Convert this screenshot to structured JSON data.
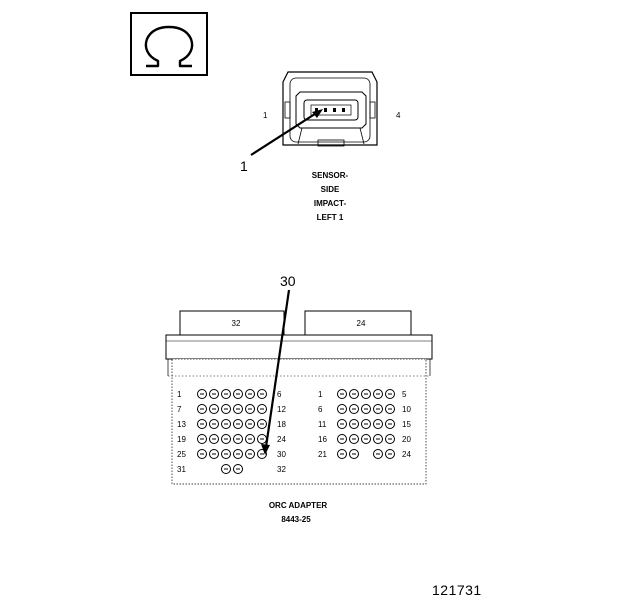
{
  "symbol": {
    "glyph": "Ω",
    "icon": "ohmmeter-icon"
  },
  "sensor": {
    "pin_left": "1",
    "pin_right": "4",
    "callout": "1",
    "caption": [
      "SENSOR-",
      "SIDE",
      "IMPACT-",
      "LEFT 1"
    ]
  },
  "adapter": {
    "callout": "30",
    "tab_left": "32",
    "tab_right": "24",
    "left_rows": [
      {
        "start": "1",
        "end": "6"
      },
      {
        "start": "7",
        "end": "12"
      },
      {
        "start": "13",
        "end": "18"
      },
      {
        "start": "19",
        "end": "24"
      },
      {
        "start": "25",
        "end": "30"
      },
      {
        "start": "31",
        "end": "32"
      }
    ],
    "right_rows": [
      {
        "start": "1",
        "end": "5"
      },
      {
        "start": "6",
        "end": "10"
      },
      {
        "start": "11",
        "end": "15"
      },
      {
        "start": "16",
        "end": "20"
      },
      {
        "start": "21",
        "end": "24"
      }
    ],
    "caption": "ORC ADAPTER",
    "part_number": "8443-25"
  },
  "figure_number": "121731"
}
